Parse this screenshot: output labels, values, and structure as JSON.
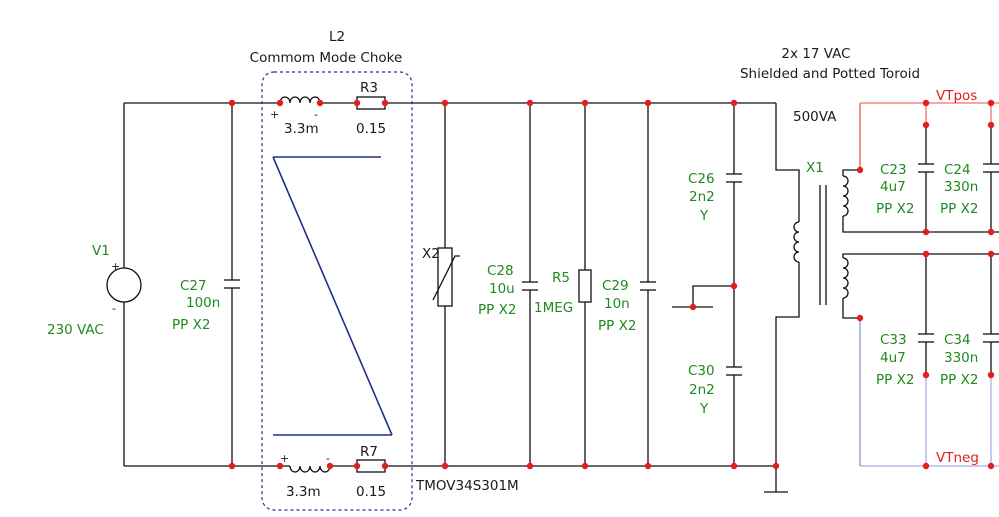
{
  "choke": {
    "ref": "L2",
    "title": "Commom Mode Choke"
  },
  "transformer": {
    "line1": "2x 17 VAC",
    "line2": "Shielded and Potted Toroid",
    "rating": "500VA",
    "ref": "X1"
  },
  "source": {
    "ref": "V1",
    "value": "230 VAC",
    "plus": "+",
    "minus": "-"
  },
  "inductors": {
    "top": {
      "value": "3.3m",
      "plus": "+",
      "minus": "-"
    },
    "bottom": {
      "value": "3.3m",
      "plus": "+",
      "minus": "-"
    }
  },
  "resistors": {
    "r3": {
      "ref": "R3",
      "value": "0.15"
    },
    "r7": {
      "ref": "R7",
      "value": "0.15"
    },
    "r5": {
      "ref": "R5",
      "value": "1MEG"
    }
  },
  "varistor": {
    "ref": "X2",
    "part": "TMOV34S301M"
  },
  "capacitors": {
    "c27": {
      "ref": "C27",
      "value": "100n",
      "type": "PP X2"
    },
    "c28": {
      "ref": "C28",
      "value": "10u",
      "type": "PP X2"
    },
    "c29": {
      "ref": "C29",
      "value": "10n",
      "type": "PP X2"
    },
    "c26": {
      "ref": "C26",
      "value": "2n2",
      "type": "Y"
    },
    "c30": {
      "ref": "C30",
      "value": "2n2",
      "type": "Y"
    },
    "c23": {
      "ref": "C23",
      "value": "4u7",
      "type": "PP X2"
    },
    "c24": {
      "ref": "C24",
      "value": "330n",
      "type": "PP X2"
    },
    "c33": {
      "ref": "C33",
      "value": "4u7",
      "type": "PP X2"
    },
    "c34": {
      "ref": "C34",
      "value": "330n",
      "type": "PP X2"
    }
  },
  "nets": {
    "pos": "VTpos",
    "neg": "VTneg"
  },
  "colors": {
    "wire": "#111111",
    "label": "#1f8a1f",
    "node": "#e0201e",
    "pos_rail": "#f28a8a",
    "neg_rail": "#b9b9ec",
    "choke_winding": "#22308a"
  }
}
